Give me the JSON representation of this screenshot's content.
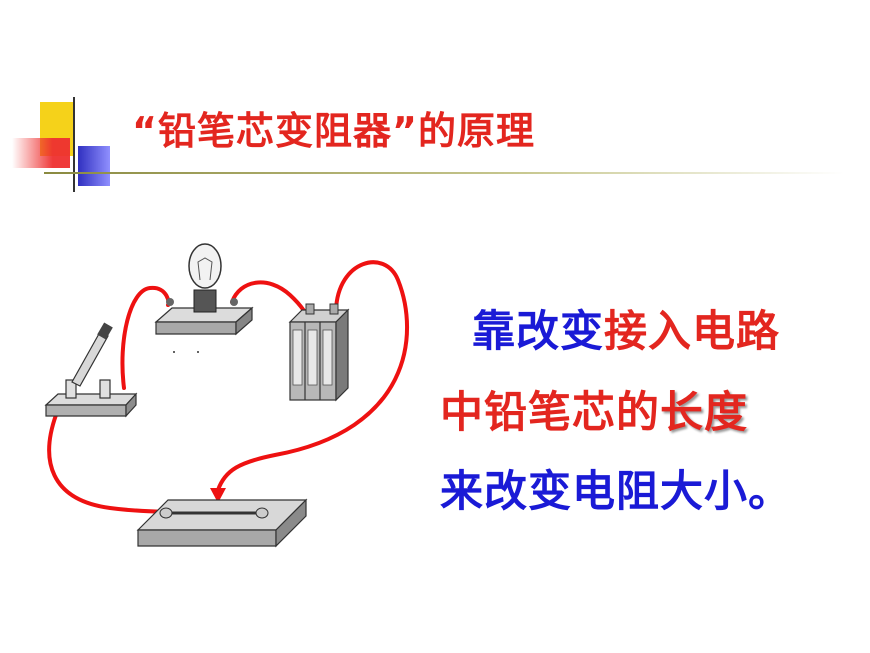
{
  "title": "“铅笔芯变阻器”的原理",
  "body": {
    "line1": {
      "part1": "靠改变",
      "part2": "接入电路"
    },
    "line2": {
      "part1": "中铅笔芯的",
      "part2": "长度"
    },
    "line3": {
      "part1": "来改变电阻大小。"
    }
  },
  "colors": {
    "title": "#e3261f",
    "emphasis_red": "#e3261f",
    "text_blue": "#1a1ad6",
    "wire": "#ee1111"
  },
  "icons": [
    "switch-icon",
    "lightbulb-icon",
    "battery-icon",
    "pencil-lead-rheostat-icon"
  ]
}
